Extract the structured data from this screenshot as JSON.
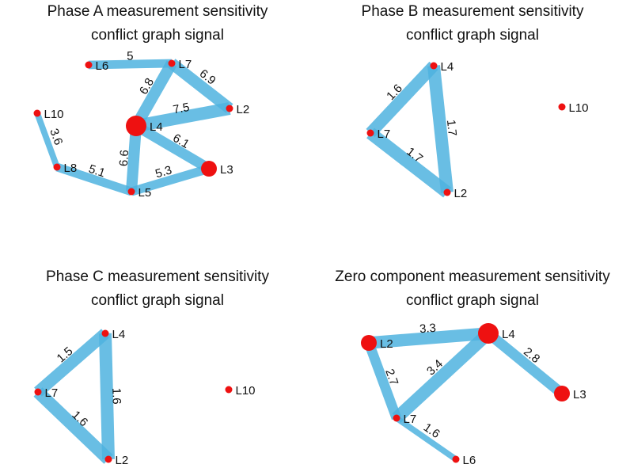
{
  "colors": {
    "edge": "#4FB3DF",
    "node": "#EE1111",
    "text": "#111111"
  },
  "panels": [
    {
      "title_line1": "Phase A measurement sensitivity",
      "title_line2": "conflict graph signal",
      "nodes": [
        {
          "id": "L6",
          "weight": 1
        },
        {
          "id": "L7",
          "weight": 1
        },
        {
          "id": "L2",
          "weight": 1
        },
        {
          "id": "L10",
          "weight": 1
        },
        {
          "id": "L4",
          "weight": 3
        },
        {
          "id": "L8",
          "weight": 1
        },
        {
          "id": "L3",
          "weight": 2
        },
        {
          "id": "L5",
          "weight": 1
        }
      ],
      "edges": [
        {
          "from": "L6",
          "to": "L7",
          "label": "5",
          "value": 5
        },
        {
          "from": "L7",
          "to": "L2",
          "label": "6.9",
          "value": 6.9
        },
        {
          "from": "L7",
          "to": "L4",
          "label": "6.8",
          "value": 6.8
        },
        {
          "from": "L4",
          "to": "L2",
          "label": "7.5",
          "value": 7.5
        },
        {
          "from": "L4",
          "to": "L3",
          "label": "6.1",
          "value": 6.1
        },
        {
          "from": "L4",
          "to": "L5",
          "label": "6.6",
          "value": 6.6
        },
        {
          "from": "L5",
          "to": "L3",
          "label": "5.3",
          "value": 5.3
        },
        {
          "from": "L8",
          "to": "L5",
          "label": "5.1",
          "value": 5.1
        },
        {
          "from": "L10",
          "to": "L8",
          "label": "3.6",
          "value": 3.6
        }
      ]
    },
    {
      "title_line1": "Phase B measurement sensitivity",
      "title_line2": "conflict graph signal",
      "nodes": [
        {
          "id": "L4",
          "weight": 1
        },
        {
          "id": "L7",
          "weight": 1
        },
        {
          "id": "L10",
          "weight": 1
        },
        {
          "id": "L2",
          "weight": 1
        }
      ],
      "edges": [
        {
          "from": "L7",
          "to": "L4",
          "label": "1.6",
          "value": 1.6
        },
        {
          "from": "L4",
          "to": "L2",
          "label": "1.7",
          "value": 1.7
        },
        {
          "from": "L7",
          "to": "L2",
          "label": "1.7",
          "value": 1.7
        }
      ]
    },
    {
      "title_line1": "Phase C measurement sensitivity",
      "title_line2": "conflict graph signal",
      "nodes": [
        {
          "id": "L4",
          "weight": 1
        },
        {
          "id": "L7",
          "weight": 1
        },
        {
          "id": "L10",
          "weight": 1
        },
        {
          "id": "L2",
          "weight": 1
        }
      ],
      "edges": [
        {
          "from": "L7",
          "to": "L4",
          "label": "1.5",
          "value": 1.5
        },
        {
          "from": "L4",
          "to": "L2",
          "label": "1.6",
          "value": 1.6
        },
        {
          "from": "L7",
          "to": "L2",
          "label": "1.6",
          "value": 1.6
        }
      ]
    },
    {
      "title_line1": "Zero component measurement sensitivity",
      "title_line2": "conflict graph signal",
      "nodes": [
        {
          "id": "L2",
          "weight": 2
        },
        {
          "id": "L4",
          "weight": 3
        },
        {
          "id": "L3",
          "weight": 2
        },
        {
          "id": "L7",
          "weight": 1
        },
        {
          "id": "L6",
          "weight": 1
        }
      ],
      "edges": [
        {
          "from": "L2",
          "to": "L4",
          "label": "3.3",
          "value": 3.3
        },
        {
          "from": "L4",
          "to": "L3",
          "label": "2.8",
          "value": 2.8
        },
        {
          "from": "L2",
          "to": "L7",
          "label": "2.7",
          "value": 2.7
        },
        {
          "from": "L7",
          "to": "L4",
          "label": "3.4",
          "value": 3.4
        },
        {
          "from": "L7",
          "to": "L6",
          "label": "1.6",
          "value": 1.6
        }
      ]
    }
  ]
}
